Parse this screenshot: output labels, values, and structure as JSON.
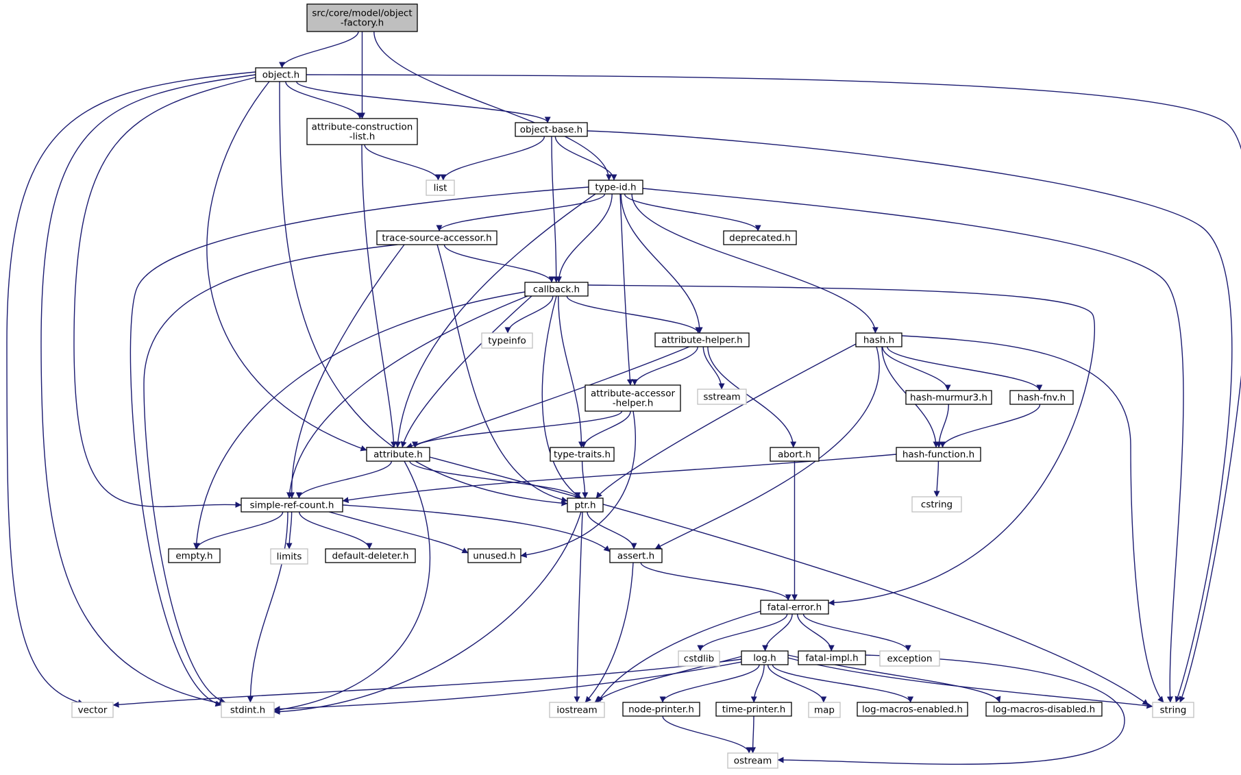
{
  "colors": {
    "edge": "#191970",
    "root_fill": "#bfbfbf",
    "node_border": "#000000",
    "system_border": "#bfbfbf",
    "text": "#000000",
    "background": "#ffffff"
  },
  "nodes": [
    {
      "id": "root",
      "lines": [
        "src/core/model/object",
        "-factory.h"
      ],
      "kind": "root"
    },
    {
      "id": "object",
      "lines": [
        "object.h"
      ],
      "kind": "file"
    },
    {
      "id": "attr-construction",
      "lines": [
        "attribute-construction",
        "-list.h"
      ],
      "kind": "file"
    },
    {
      "id": "object-base",
      "lines": [
        "object-base.h"
      ],
      "kind": "file"
    },
    {
      "id": "list",
      "lines": [
        "list"
      ],
      "kind": "system"
    },
    {
      "id": "type-id",
      "lines": [
        "type-id.h"
      ],
      "kind": "file"
    },
    {
      "id": "trace-source",
      "lines": [
        "trace-source-accessor.h"
      ],
      "kind": "file"
    },
    {
      "id": "deprecated",
      "lines": [
        "deprecated.h"
      ],
      "kind": "file"
    },
    {
      "id": "callback",
      "lines": [
        "callback.h"
      ],
      "kind": "file"
    },
    {
      "id": "typeinfo",
      "lines": [
        "typeinfo"
      ],
      "kind": "system"
    },
    {
      "id": "attr-helper",
      "lines": [
        "attribute-helper.h"
      ],
      "kind": "file"
    },
    {
      "id": "hash",
      "lines": [
        "hash.h"
      ],
      "kind": "file"
    },
    {
      "id": "sstream",
      "lines": [
        "sstream"
      ],
      "kind": "system"
    },
    {
      "id": "attr-accessor",
      "lines": [
        "attribute-accessor",
        "-helper.h"
      ],
      "kind": "file"
    },
    {
      "id": "hash-murmur3",
      "lines": [
        "hash-murmur3.h"
      ],
      "kind": "file"
    },
    {
      "id": "hash-fnv",
      "lines": [
        "hash-fnv.h"
      ],
      "kind": "file"
    },
    {
      "id": "attribute",
      "lines": [
        "attribute.h"
      ],
      "kind": "file"
    },
    {
      "id": "type-traits",
      "lines": [
        "type-traits.h"
      ],
      "kind": "file"
    },
    {
      "id": "abort",
      "lines": [
        "abort.h"
      ],
      "kind": "file"
    },
    {
      "id": "hash-function",
      "lines": [
        "hash-function.h"
      ],
      "kind": "file"
    },
    {
      "id": "simple-ref-count",
      "lines": [
        "simple-ref-count.h"
      ],
      "kind": "file"
    },
    {
      "id": "ptr",
      "lines": [
        "ptr.h"
      ],
      "kind": "file"
    },
    {
      "id": "cstring",
      "lines": [
        "cstring"
      ],
      "kind": "system"
    },
    {
      "id": "empty",
      "lines": [
        "empty.h"
      ],
      "kind": "file"
    },
    {
      "id": "limits",
      "lines": [
        "limits"
      ],
      "kind": "system"
    },
    {
      "id": "default-deleter",
      "lines": [
        "default-deleter.h"
      ],
      "kind": "file"
    },
    {
      "id": "unused",
      "lines": [
        "unused.h"
      ],
      "kind": "file"
    },
    {
      "id": "assert",
      "lines": [
        "assert.h"
      ],
      "kind": "file"
    },
    {
      "id": "fatal-error",
      "lines": [
        "fatal-error.h"
      ],
      "kind": "file"
    },
    {
      "id": "cstdlib",
      "lines": [
        "cstdlib"
      ],
      "kind": "system"
    },
    {
      "id": "log",
      "lines": [
        "log.h"
      ],
      "kind": "file"
    },
    {
      "id": "fatal-impl",
      "lines": [
        "fatal-impl.h"
      ],
      "kind": "file"
    },
    {
      "id": "exception",
      "lines": [
        "exception"
      ],
      "kind": "system"
    },
    {
      "id": "vector",
      "lines": [
        "vector"
      ],
      "kind": "system"
    },
    {
      "id": "stdint",
      "lines": [
        "stdint.h"
      ],
      "kind": "system"
    },
    {
      "id": "iostream",
      "lines": [
        "iostream"
      ],
      "kind": "system"
    },
    {
      "id": "node-printer",
      "lines": [
        "node-printer.h"
      ],
      "kind": "file"
    },
    {
      "id": "time-printer",
      "lines": [
        "time-printer.h"
      ],
      "kind": "file"
    },
    {
      "id": "map",
      "lines": [
        "map"
      ],
      "kind": "system"
    },
    {
      "id": "log-macros-enabled",
      "lines": [
        "log-macros-enabled.h"
      ],
      "kind": "file"
    },
    {
      "id": "log-macros-disabled",
      "lines": [
        "log-macros-disabled.h"
      ],
      "kind": "file"
    },
    {
      "id": "string",
      "lines": [
        "string"
      ],
      "kind": "system"
    },
    {
      "id": "ostream",
      "lines": [
        "ostream"
      ],
      "kind": "system"
    }
  ],
  "edges": [
    [
      "root",
      "object"
    ],
    [
      "root",
      "attr-construction"
    ],
    [
      "root",
      "type-id"
    ],
    [
      "object",
      "attr-construction"
    ],
    [
      "object",
      "object-base"
    ],
    [
      "object",
      "attribute"
    ],
    [
      "object",
      "ptr"
    ],
    [
      "object",
      "simple-ref-count"
    ],
    [
      "object",
      "vector"
    ],
    [
      "object",
      "stdint"
    ],
    [
      "object",
      "string"
    ],
    [
      "attr-construction",
      "list"
    ],
    [
      "attr-construction",
      "attribute"
    ],
    [
      "object-base",
      "list"
    ],
    [
      "object-base",
      "type-id"
    ],
    [
      "object-base",
      "callback"
    ],
    [
      "object-base",
      "string"
    ],
    [
      "type-id",
      "trace-source"
    ],
    [
      "type-id",
      "deprecated"
    ],
    [
      "type-id",
      "callback"
    ],
    [
      "type-id",
      "attribute"
    ],
    [
      "type-id",
      "attr-accessor"
    ],
    [
      "type-id",
      "attr-helper"
    ],
    [
      "type-id",
      "hash"
    ],
    [
      "type-id",
      "stdint"
    ],
    [
      "type-id",
      "string"
    ],
    [
      "trace-source",
      "callback"
    ],
    [
      "trace-source",
      "simple-ref-count"
    ],
    [
      "trace-source",
      "ptr"
    ],
    [
      "trace-source",
      "stdint"
    ],
    [
      "callback",
      "typeinfo"
    ],
    [
      "callback",
      "attr-helper"
    ],
    [
      "callback",
      "attribute"
    ],
    [
      "callback",
      "simple-ref-count"
    ],
    [
      "callback",
      "empty"
    ],
    [
      "callback",
      "ptr"
    ],
    [
      "callback",
      "type-traits"
    ],
    [
      "callback",
      "fatal-error"
    ],
    [
      "attr-helper",
      "sstream"
    ],
    [
      "attr-helper",
      "abort"
    ],
    [
      "attr-helper",
      "attr-accessor"
    ],
    [
      "attr-helper",
      "attribute"
    ],
    [
      "hash",
      "hash-murmur3"
    ],
    [
      "hash",
      "hash-fnv"
    ],
    [
      "hash",
      "hash-function"
    ],
    [
      "hash",
      "ptr"
    ],
    [
      "hash",
      "assert"
    ],
    [
      "hash",
      "string"
    ],
    [
      "hash-murmur3",
      "hash-function"
    ],
    [
      "hash-fnv",
      "hash-function"
    ],
    [
      "hash-function",
      "cstring"
    ],
    [
      "hash-function",
      "simple-ref-count"
    ],
    [
      "attr-accessor",
      "attribute"
    ],
    [
      "attr-accessor",
      "type-traits"
    ],
    [
      "attr-accessor",
      "unused"
    ],
    [
      "attribute",
      "simple-ref-count"
    ],
    [
      "attribute",
      "ptr"
    ],
    [
      "attribute",
      "stdint"
    ],
    [
      "attribute",
      "string"
    ],
    [
      "type-traits",
      "ptr"
    ],
    [
      "abort",
      "fatal-error"
    ],
    [
      "simple-ref-count",
      "empty"
    ],
    [
      "simple-ref-count",
      "limits"
    ],
    [
      "simple-ref-count",
      "default-deleter"
    ],
    [
      "simple-ref-count",
      "unused"
    ],
    [
      "simple-ref-count",
      "assert"
    ],
    [
      "simple-ref-count",
      "stdint"
    ],
    [
      "ptr",
      "assert"
    ],
    [
      "ptr",
      "iostream"
    ],
    [
      "ptr",
      "stdint"
    ],
    [
      "assert",
      "fatal-error"
    ],
    [
      "assert",
      "iostream"
    ],
    [
      "fatal-error",
      "cstdlib"
    ],
    [
      "fatal-error",
      "log"
    ],
    [
      "fatal-error",
      "fatal-impl"
    ],
    [
      "fatal-error",
      "exception"
    ],
    [
      "fatal-error",
      "iostream"
    ],
    [
      "log",
      "vector"
    ],
    [
      "log",
      "stdint"
    ],
    [
      "log",
      "iostream"
    ],
    [
      "log",
      "node-printer"
    ],
    [
      "log",
      "time-printer"
    ],
    [
      "log",
      "map"
    ],
    [
      "log",
      "log-macros-enabled"
    ],
    [
      "log",
      "log-macros-disabled"
    ],
    [
      "log",
      "string"
    ],
    [
      "fatal-impl",
      "ostream"
    ],
    [
      "node-printer",
      "ostream"
    ],
    [
      "time-printer",
      "ostream"
    ]
  ]
}
